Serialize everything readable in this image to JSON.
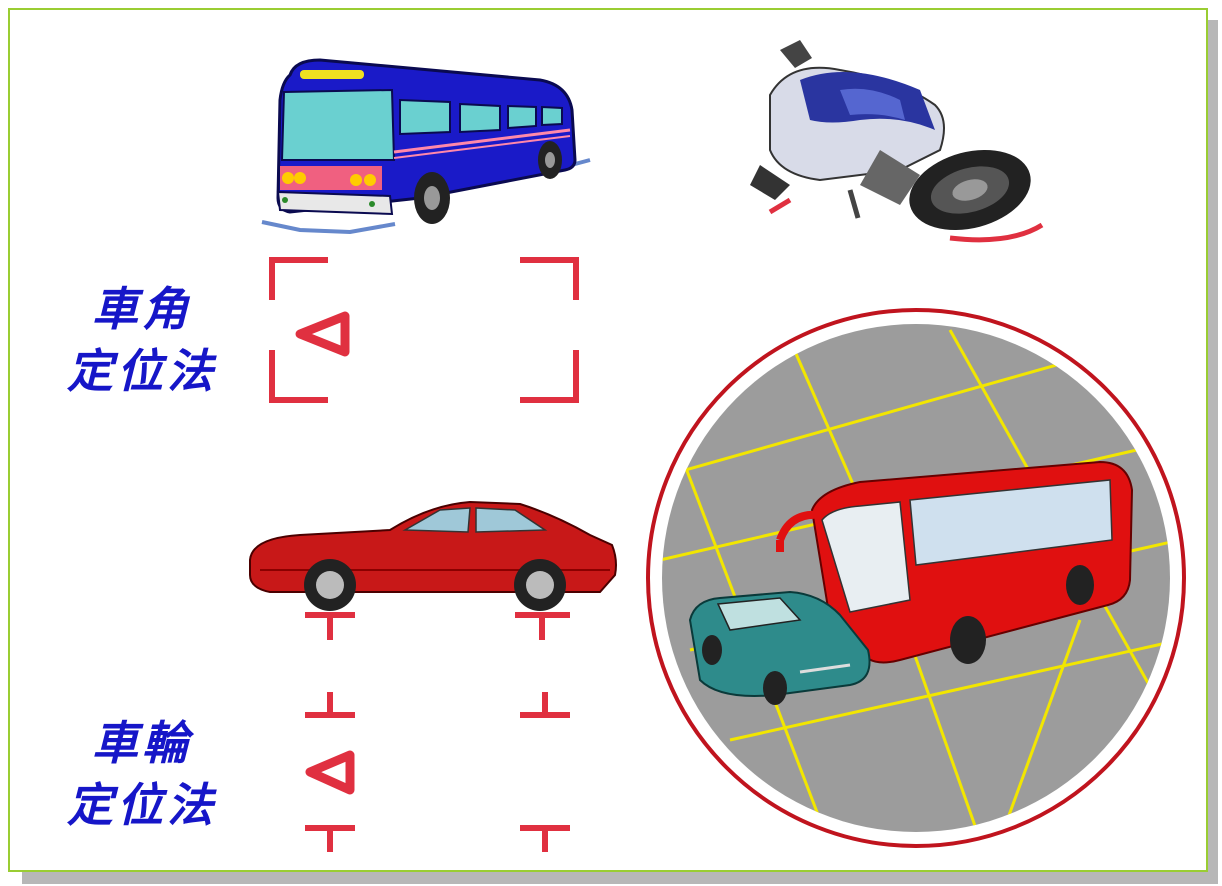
{
  "labels": {
    "corner_method": {
      "line1": "車角",
      "line2": "定位法"
    },
    "wheel_method": {
      "line1": "車輪",
      "line2": "定位法"
    }
  },
  "colors": {
    "frame_border": "#9acd32",
    "label_text": "#1616c8",
    "marker_red": "#e03040",
    "circle_red": "#c0141e",
    "lane_yellow": "#f2e600",
    "bus_blue": "#1a1ac8",
    "bus_red": "#e01010",
    "car_red": "#c81818",
    "car_teal": "#2e8b8b"
  },
  "illustrations": {
    "bus_top_left": "blue-bus",
    "motorcycle_top_right": "fallen-motorcycle",
    "car_middle_left": "red-sports-car",
    "circle_right": "parking-lot-bus-and-car"
  }
}
